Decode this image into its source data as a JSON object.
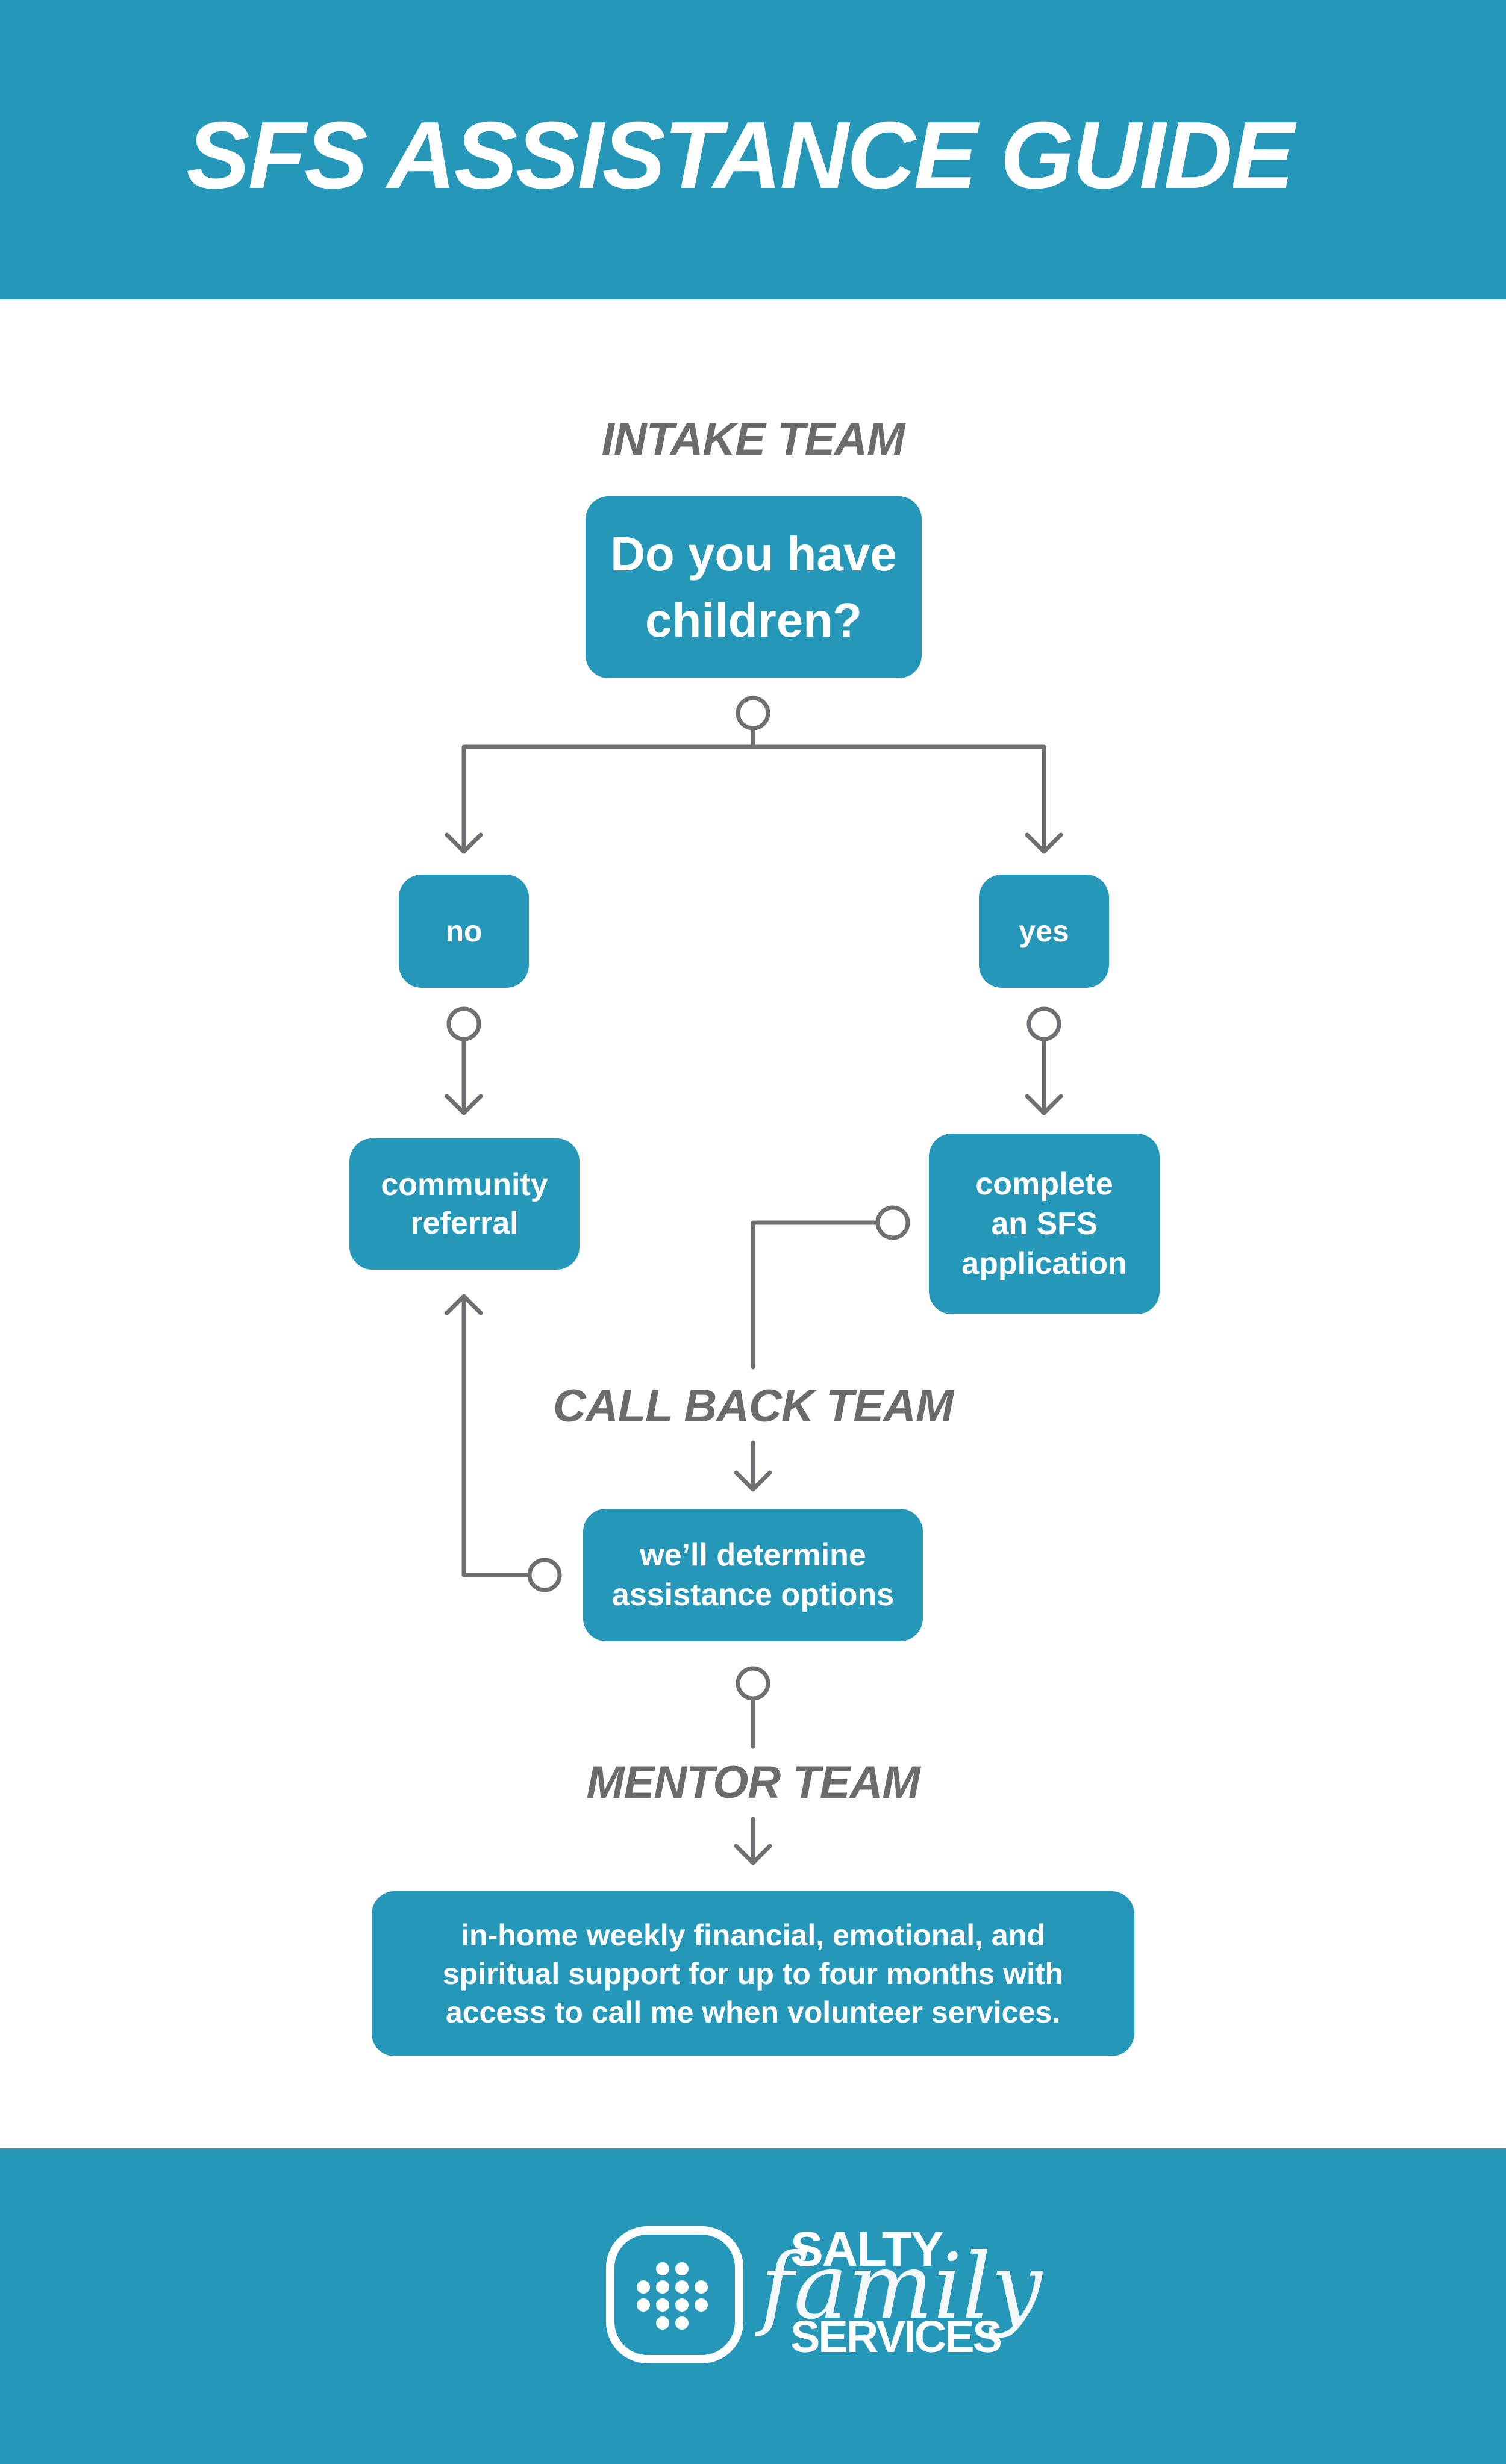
{
  "header": {
    "title": "SFS ASSISTANCE GUIDE"
  },
  "sections": {
    "intake": "INTAKE TEAM",
    "callback": "CALL BACK TEAM",
    "mentor": "MENTOR TEAM"
  },
  "nodes": {
    "question": [
      "Do you have",
      "children?"
    ],
    "no": "no",
    "yes": "yes",
    "community_referral": [
      "community",
      "referral"
    ],
    "application": [
      "complete",
      "an SFS",
      "application"
    ],
    "determine": [
      "we’ll determine",
      "assistance options"
    ],
    "support": [
      "in-home weekly financial, emotional, and",
      "spiritual support for up to four months with",
      "access to call me when volunteer services."
    ]
  },
  "footer": {
    "logo_line1": "SALTY",
    "logo_line2": "family",
    "logo_line3": "SERVICES"
  },
  "colors": {
    "brand": "#2597b8",
    "label_gray": "#6b6b6e",
    "line_gray": "#6f6f73",
    "white": "#ffffff"
  }
}
